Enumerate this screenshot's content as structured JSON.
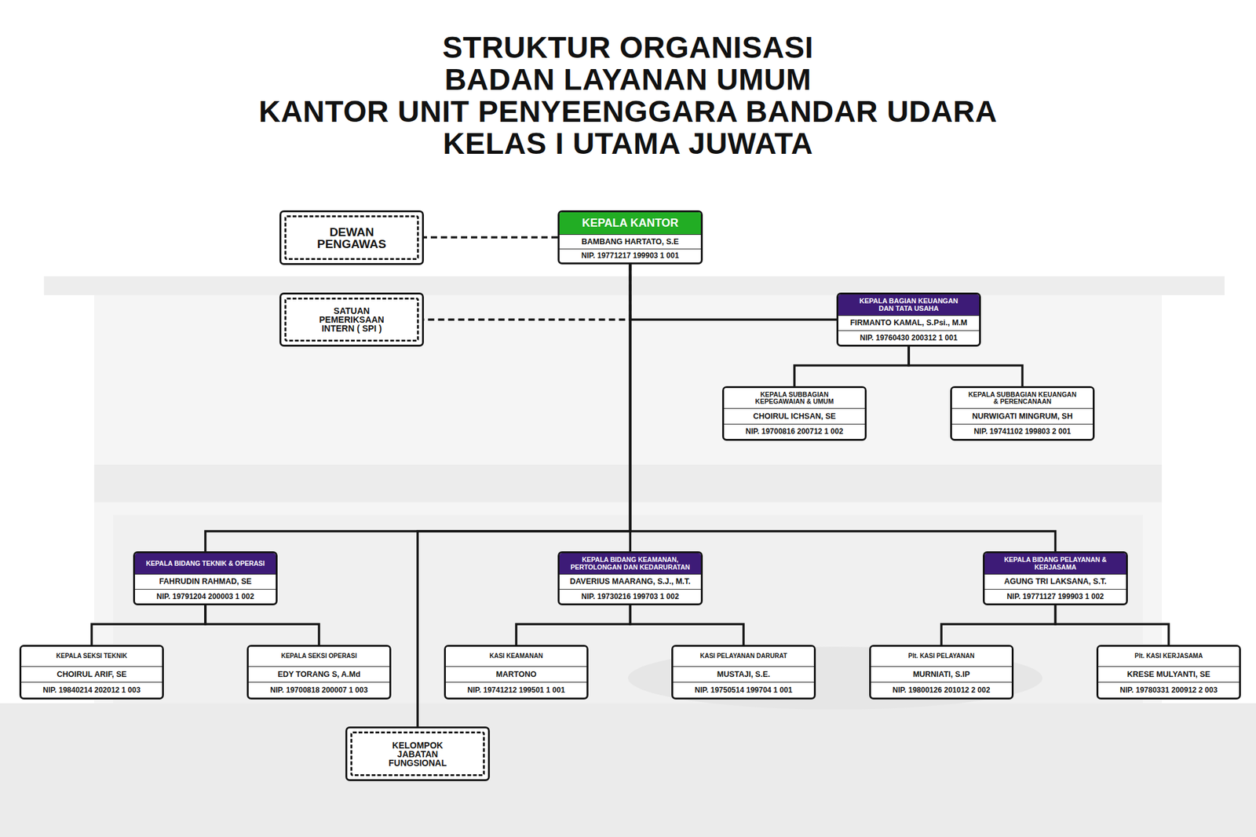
{
  "diagram": {
    "title": "STRUKTUR ORGANISASI BADAN LAYANAN UMUM KANTOR UNIT PENYEENGGARA BANDAR UDARA KELAS I UTAMA JUWATA",
    "nodes": [
      {
        "text": [
          "DEWAN PENGAWAS"
        ]
      },
      {
        "text": [
          "KEPALA KANTOR",
          "BAMBANG HARTATO, S.E",
          "NIP. 19771217 199903 1 001"
        ]
      },
      {
        "text": [
          "SATUAN PEMERIKSAAN INTERN ( SPI )"
        ]
      },
      {
        "text": [
          "KEPALA BAGIAN KEUANGAN DAN TATA USAHA",
          "FIRMANTO KAMAL, S.Psi., M.M",
          "NIP. 19760430 200312 1 001"
        ]
      },
      {
        "text": [
          "KEPALA SUBBAGIAN KEPEGAWAIAN & UMUM",
          "CHOIRUL ICHSAN, SE",
          "NIP. 19700816 200712 1 002"
        ]
      },
      {
        "text": [
          "KEPALA SUBBAGIAN KEUANGAN & PERENCANAAN",
          "NURWIGATI MINGRUM, SH",
          "NIP. 19741102 199803 2 001"
        ]
      },
      {
        "text": [
          "KEPALA BIDANG TEKNIK & OPERASI",
          "FAHRUDIN RAHMAD, SE",
          "NIP. 19791204 200003 1 002"
        ]
      },
      {
        "text": [
          "KEPALA BIDANG KEAMANAN, PERTOLONGAN DAN KEDARURATAN",
          "DAVERIUS MAARANG, S.J., M.T.",
          "NIP. 19730216 199703 1 002"
        ]
      },
      {
        "text": [
          "KEPALA BIDANG PELAYANAN & KERJASAMA",
          "AGUNG TRI LAKSANA, S.T.",
          "NIP. 19771127 199903 1 002"
        ]
      },
      {
        "text": [
          "KEPALA SEKSI TEKNIK",
          "CHOIRUL ARIF, SE",
          "NIP. 19840214 202012 1 003"
        ]
      },
      {
        "text": [
          "KEPALA SEKSI OPERASI",
          "EDY TORANG S, A.Md",
          "NIP. 19700818 200007 1 003"
        ]
      },
      {
        "text": [
          "KASI KEAMANAN",
          "MARTONO",
          "NIP. 19741212 199501 1 001"
        ]
      },
      {
        "text": [
          "KASI PELAYANAN DARURAT",
          "MUSTAJI, S.E.",
          "NIP. 19750514 199704 1 001"
        ]
      },
      {
        "text": [
          "Plt. KASI PELAYANAN",
          "MURNIATI, S.IP",
          "NIP. 19800126 201012 2 002"
        ]
      },
      {
        "text": [
          "Plt. KASI KERJASAMA",
          "KRESE MULYANTI, SE",
          "NIP. 19780331 200912 2 003"
        ]
      },
      {
        "text": [
          "KELOMPOK JABATAN FUNGSIONAL"
        ]
      }
    ],
    "edges": [
      {
        "from": 1,
        "to": 0,
        "arrow": "none"
      },
      {
        "from": 1,
        "to": 2,
        "arrow": "none"
      },
      {
        "from": 1,
        "to": 3,
        "arrow": "none"
      },
      {
        "from": 3,
        "to": 4,
        "arrow": "none"
      },
      {
        "from": 3,
        "to": 5,
        "arrow": "none"
      },
      {
        "from": 1,
        "to": 6,
        "arrow": "none"
      },
      {
        "from": 1,
        "to": 7,
        "arrow": "none"
      },
      {
        "from": 1,
        "to": 8,
        "arrow": "none"
      },
      {
        "from": 1,
        "to": 15,
        "arrow": "none"
      },
      {
        "from": 6,
        "to": 9,
        "arrow": "none"
      },
      {
        "from": 6,
        "to": 10,
        "arrow": "none"
      },
      {
        "from": 7,
        "to": 11,
        "arrow": "none"
      },
      {
        "from": 7,
        "to": 12,
        "arrow": "none"
      },
      {
        "from": 8,
        "to": 13,
        "arrow": "none"
      },
      {
        "from": 8,
        "to": 14,
        "arrow": "none"
      }
    ]
  }
}
